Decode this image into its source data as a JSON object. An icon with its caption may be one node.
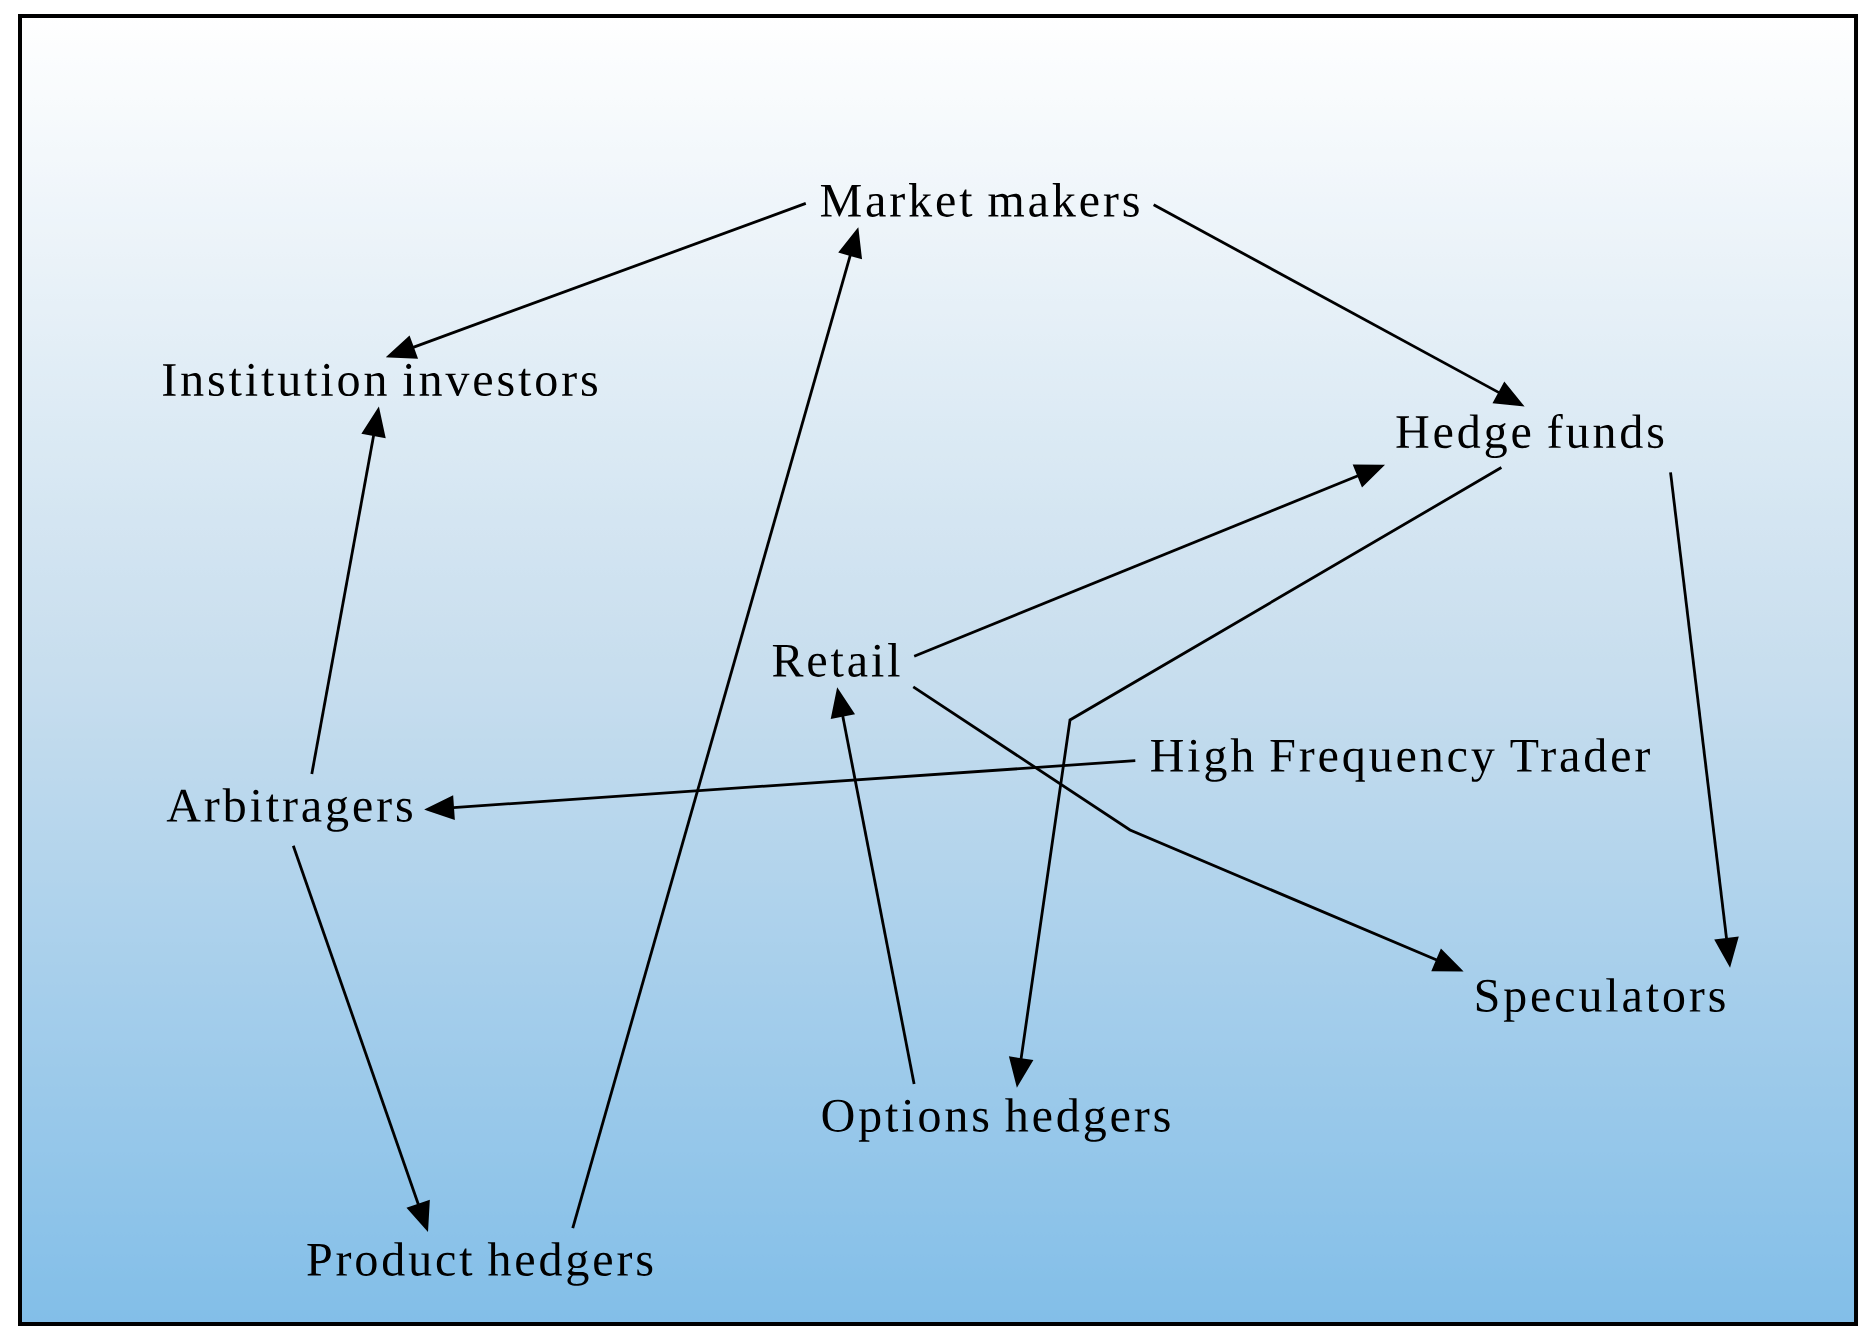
{
  "diagram": {
    "nodes": [
      {
        "text": [
          "Market makers"
        ]
      },
      {
        "text": [
          "Institution investors"
        ]
      },
      {
        "text": [
          "Hedge funds"
        ]
      },
      {
        "text": [
          "Retail"
        ]
      },
      {
        "text": [
          "High Frequency Trader"
        ]
      },
      {
        "text": [
          "Arbitragers"
        ]
      },
      {
        "text": [
          "Speculators"
        ]
      },
      {
        "text": [
          "Options hedgers"
        ]
      },
      {
        "text": [
          "Product hedgers"
        ]
      }
    ],
    "edges": [
      {
        "from": 0,
        "to": 1,
        "arrow": "to"
      },
      {
        "from": 0,
        "to": 2,
        "arrow": "to"
      },
      {
        "from": 8,
        "to": 0,
        "arrow": "to"
      },
      {
        "from": 5,
        "to": 1,
        "arrow": "to"
      },
      {
        "from": 5,
        "to": 8,
        "arrow": "to"
      },
      {
        "from": 3,
        "to": 2,
        "arrow": "to"
      },
      {
        "from": 4,
        "to": 5,
        "arrow": "to"
      },
      {
        "from": 3,
        "to": 6,
        "arrow": "to"
      },
      {
        "from": 2,
        "to": 7,
        "arrow": "to"
      },
      {
        "from": 2,
        "to": 6,
        "arrow": "to"
      },
      {
        "from": 7,
        "to": 3,
        "arrow": "to"
      }
    ]
  }
}
